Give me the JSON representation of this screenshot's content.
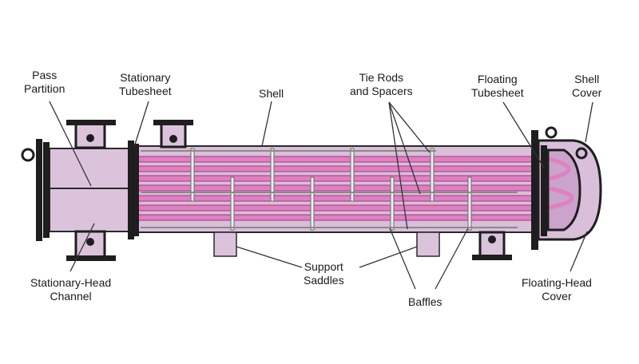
{
  "colors": {
    "shell_fill": "#d9bfd9",
    "channel_fill": "#dcc3dc",
    "tube_fill": "#e17fc2",
    "tube_edge": "#9a3e7e",
    "outline": "#2a2a2a",
    "dark_part": "#1e1e1e",
    "lead_line": "#333333"
  },
  "labels": {
    "pass_partition": [
      "Pass",
      "Partition"
    ],
    "stationary_tubesheet": [
      "Stationary",
      "Tubesheet"
    ],
    "shell": [
      "Shell"
    ],
    "tie_rods": [
      "Tie Rods",
      "and Spacers"
    ],
    "floating_tubesheet": [
      "Floating",
      "Tubesheet"
    ],
    "shell_cover": [
      "Shell",
      "Cover"
    ],
    "stationary_head": [
      "Stationary-Head",
      "Channel"
    ],
    "support_saddles": [
      "Support",
      "Saddles"
    ],
    "baffles": [
      "Baffles"
    ],
    "floating_head": [
      "Floating-Head",
      "Cover"
    ]
  }
}
